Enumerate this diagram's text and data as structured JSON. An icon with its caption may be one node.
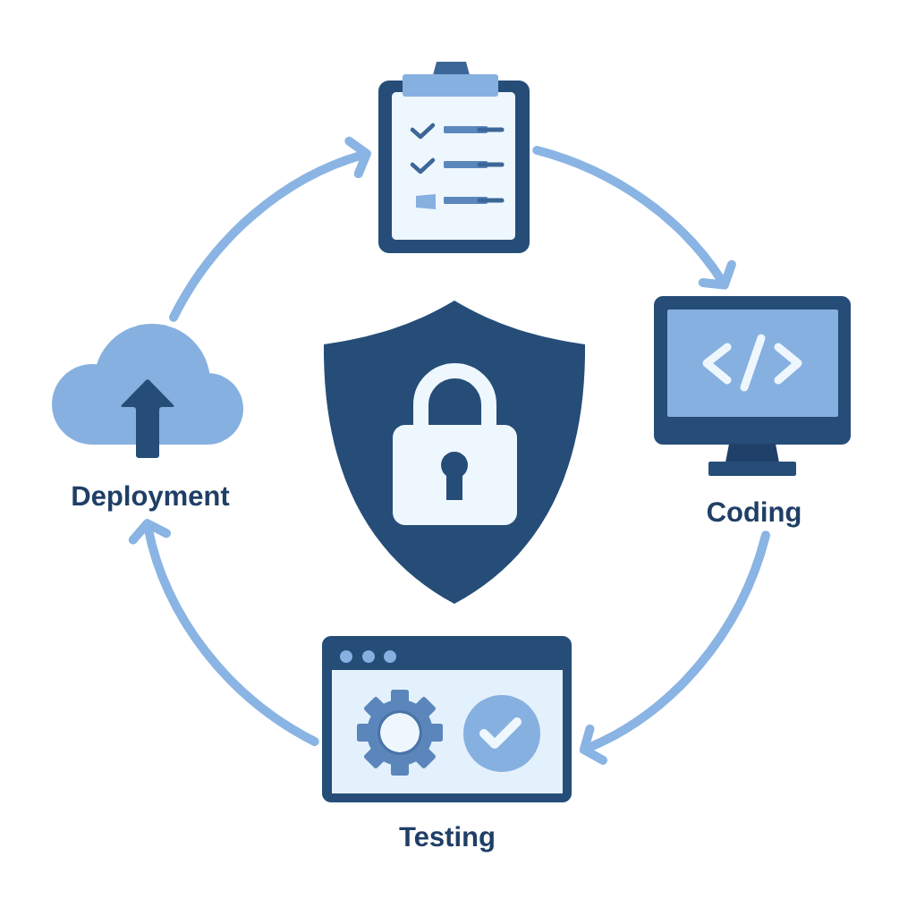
{
  "diagram": {
    "nodes": [
      {
        "text": [],
        "shape": "picture"
      },
      {
        "text": [
          "Coding"
        ]
      },
      {
        "text": [
          "Testing"
        ]
      },
      {
        "text": [
          "Deployment"
        ]
      },
      {
        "text": [],
        "shape": "picture"
      }
    ],
    "edges": [
      {
        "from": 0,
        "to": 1,
        "arrow": "to"
      },
      {
        "from": 1,
        "to": 2,
        "arrow": "to"
      },
      {
        "from": 2,
        "to": 3,
        "arrow": "to"
      },
      {
        "from": 3,
        "to": 0,
        "arrow": "to"
      }
    ]
  }
}
